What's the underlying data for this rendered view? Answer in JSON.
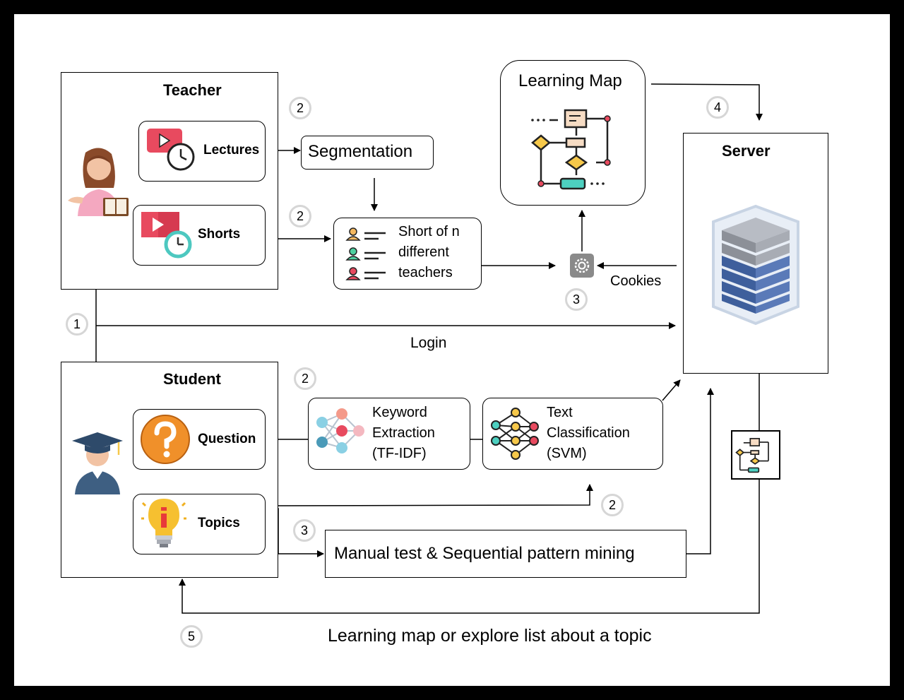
{
  "teacher": {
    "title": "Teacher",
    "lectures_label": "Lectures",
    "shorts_label": "Shorts"
  },
  "student": {
    "title": "Student",
    "question_label": "Question",
    "topics_label": "Topics"
  },
  "server": {
    "title": "Server"
  },
  "learning_map": {
    "title": "Learning Map"
  },
  "segmentation": {
    "label": "Segmentation"
  },
  "shorts_list": {
    "line1": "Short of n",
    "line2": "different",
    "line3": "teachers"
  },
  "keyword": {
    "line1": "Keyword",
    "line2": "Extraction",
    "line3": "(TF-IDF)"
  },
  "classification": {
    "line1": "Text",
    "line2": "Classification",
    "line3": "(SVM)"
  },
  "manual_test": {
    "label": "Manual test & Sequential pattern mining"
  },
  "edges": {
    "login": "Login",
    "cookies": "Cookies",
    "result": "Learning map or explore list about a topic"
  },
  "steps": {
    "s1": "1",
    "s2": "2",
    "s3": "3",
    "s4": "4",
    "s5": "5"
  },
  "colors": {
    "accent_red": "#e84a5f",
    "accent_teal": "#4dd0c0",
    "accent_orange": "#f0902a",
    "server_blue": "#5a7ab8"
  }
}
